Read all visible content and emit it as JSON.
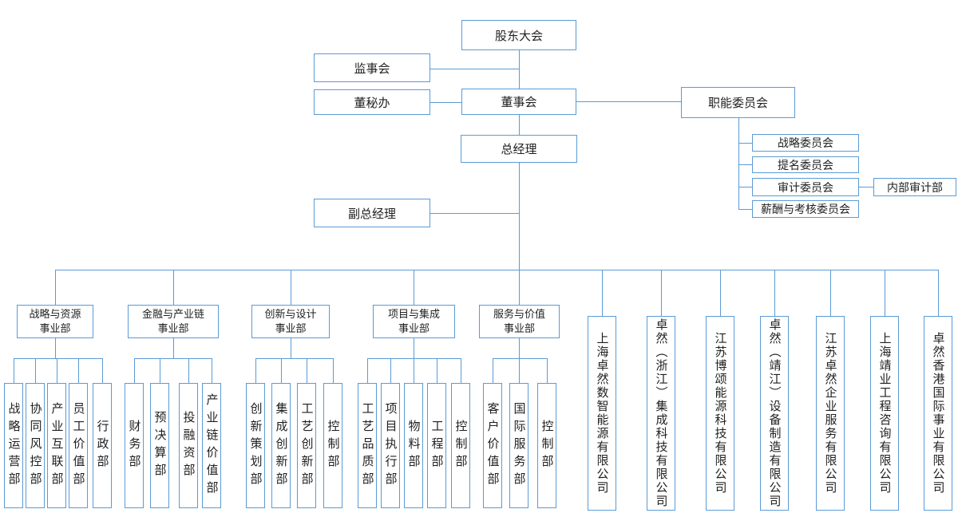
{
  "org_chart": {
    "colors": {
      "line": "#5b9bd5",
      "box_border": "#5b9bd5",
      "box_fill": "#ffffff",
      "text": "#1f1f1f"
    },
    "nodes": {
      "shareholders_meeting": "股东大会",
      "supervisory_board": "监事会",
      "board_secretary_office": "董秘办",
      "board_of_directors": "董事会",
      "functional_committees": "职能委员会",
      "general_manager": "总经理",
      "deputy_general_manager": "副总经理",
      "internal_audit_dept": "内部审计部"
    },
    "committees": [
      "战略委员会",
      "提名委员会",
      "审计委员会",
      "薪酬与考核委员会"
    ],
    "divisions": [
      {
        "lines": [
          "战略与资源",
          "事业部"
        ],
        "departments": [
          "战略运营部",
          "协同风控部",
          "产业互联部",
          "员工价值部",
          "行政部"
        ]
      },
      {
        "lines": [
          "金融与产业链",
          "事业部"
        ],
        "departments": [
          "财务部",
          "预决算部",
          "投融资部",
          "产业链价值部"
        ]
      },
      {
        "lines": [
          "创新与设计",
          "事业部"
        ],
        "departments": [
          "创新策划部",
          "集成创新部",
          "工艺创新部",
          "控制部"
        ]
      },
      {
        "lines": [
          "项目与集成",
          "事业部"
        ],
        "departments": [
          "工艺品质部",
          "项目执行部",
          "物料部",
          "工程部",
          "控制部"
        ]
      },
      {
        "lines": [
          "服务与价值",
          "事业部"
        ],
        "departments": [
          "客户价值部",
          "国际服务部",
          "控制部"
        ]
      }
    ],
    "subsidiaries": [
      "上海卓然数智能源有限公司",
      "卓然（浙江）集成科技有限公司",
      "江苏博颂能源科技有限公司",
      "卓然（靖江）设备制造有限公司",
      "江苏卓然企业服务有限公司",
      "上海靖业工程咨询有限公司",
      "卓然香港国际事业有限公司"
    ]
  }
}
